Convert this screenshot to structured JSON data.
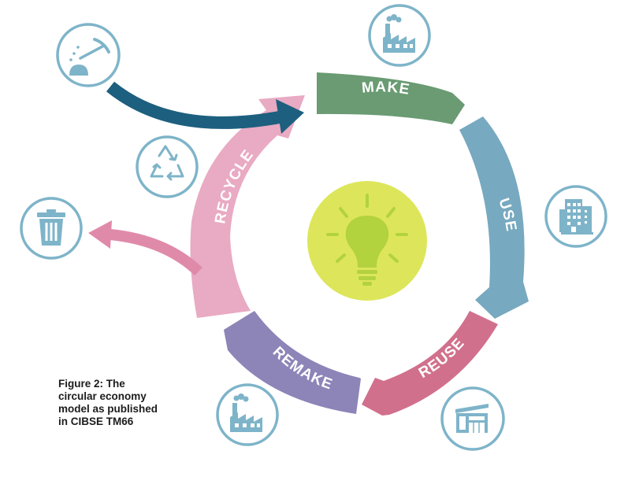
{
  "diagram": {
    "segments": [
      {
        "label": "MAKE",
        "color": "#6a9b73"
      },
      {
        "label": "USE",
        "color": "#77a9c0"
      },
      {
        "label": "REUSE",
        "color": "#d1708c"
      },
      {
        "label": "REMAKE",
        "color": "#8d84b8"
      },
      {
        "label": "RECYCLE",
        "color": "#e9aac3"
      }
    ],
    "icons": {
      "mining": "pickaxe-mining-icon",
      "factory_top": "factory-icon",
      "building": "office-building-icon",
      "warehouse": "warehouse-icon",
      "factory_bottom": "factory-icon",
      "recycle": "recycle-icon",
      "bin": "trash-bin-icon",
      "center": "lightbulb-icon"
    },
    "colors": {
      "icon_stroke": "#7eb4c9",
      "input_arrow": "#1d5f7e",
      "discard_arrow": "#e08aaa",
      "bulb_circle": "#dde65a",
      "bulb": "#b2d23e"
    }
  },
  "caption": {
    "line1": "Figure 2: The",
    "line2": "circular economy",
    "line3": "model as published",
    "line4": "in CIBSE TM66"
  }
}
